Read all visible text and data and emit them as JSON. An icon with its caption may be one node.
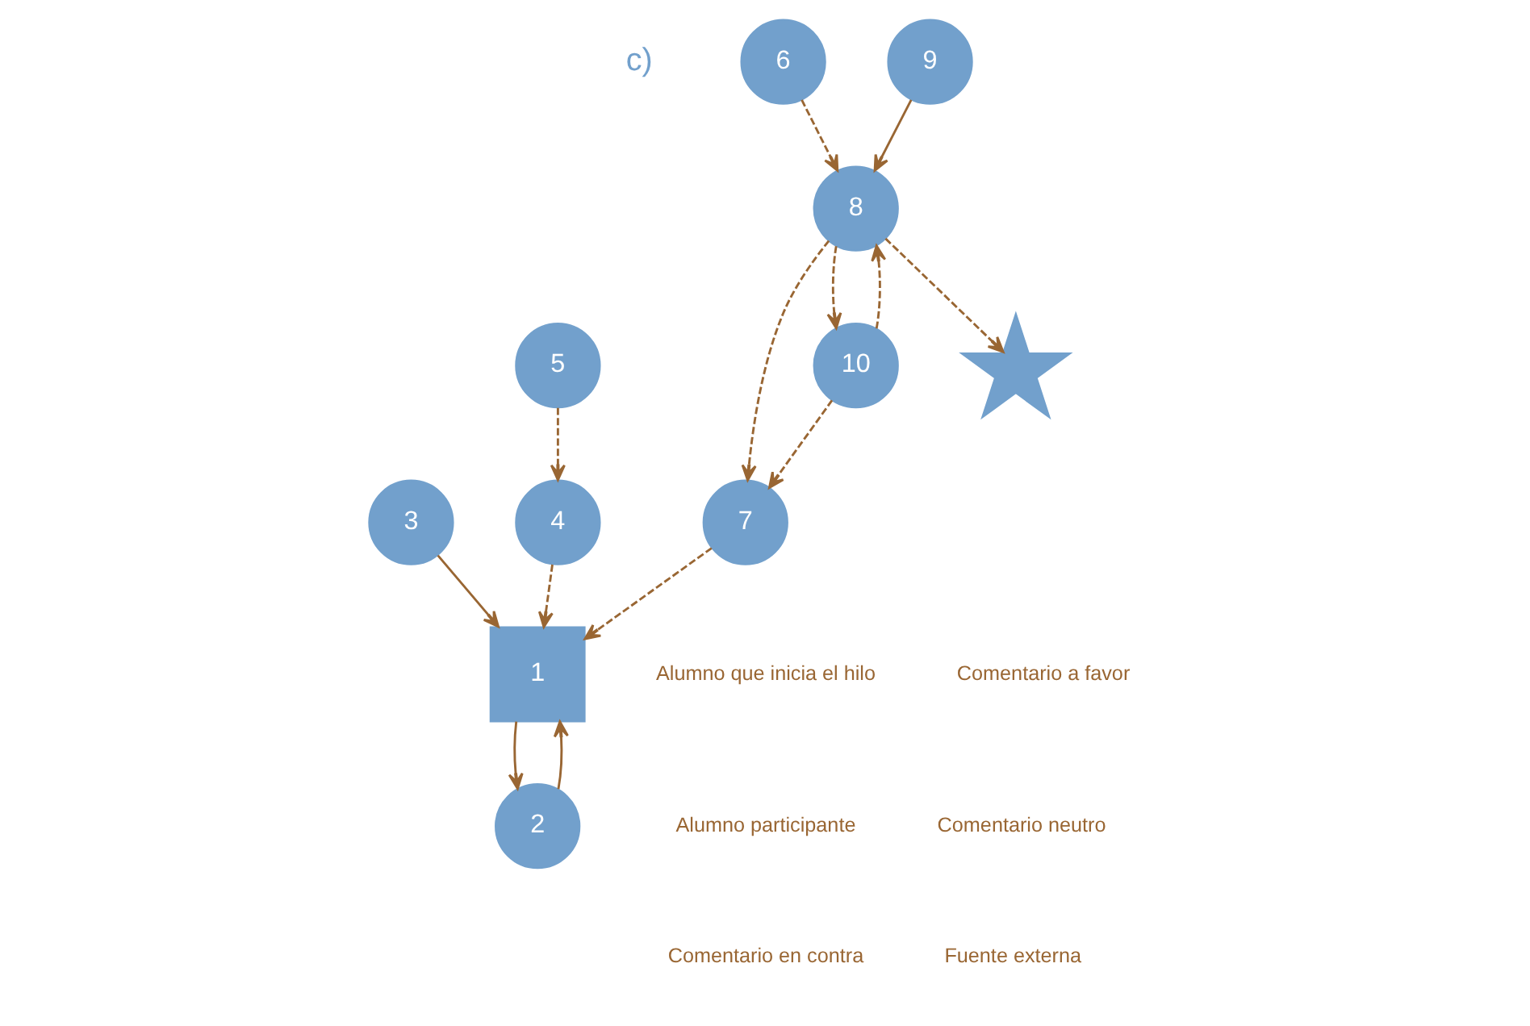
{
  "diagram": {
    "nodes": [
      {
        "text": [
          "1"
        ]
      },
      {
        "text": [
          "2"
        ]
      },
      {
        "text": [
          "3"
        ]
      },
      {
        "text": [
          "4"
        ]
      },
      {
        "text": [
          "5"
        ]
      },
      {
        "text": [
          "6"
        ]
      },
      {
        "text": [
          "7"
        ]
      },
      {
        "text": [
          "8"
        ]
      },
      {
        "text": [
          "9"
        ]
      },
      {
        "text": [
          "10"
        ]
      },
      {
        "text": [],
        "shape": "star"
      }
    ],
    "edges": [
      {
        "from": 2,
        "to": 0,
        "arrow": "to"
      },
      {
        "from": 1,
        "to": 0,
        "arrow": "to"
      },
      {
        "from": 0,
        "to": 1,
        "arrow": "to"
      },
      {
        "from": 3,
        "to": 0,
        "arrow": "to",
        "style": "dashed"
      },
      {
        "from": 6,
        "to": 0,
        "arrow": "to",
        "style": "dashed"
      },
      {
        "from": 4,
        "to": 3,
        "arrow": "to",
        "style": "dashed"
      },
      {
        "from": 5,
        "to": 7,
        "arrow": "to",
        "style": "dashed"
      },
      {
        "from": 8,
        "to": 7,
        "arrow": "to"
      },
      {
        "from": 7,
        "to": 6,
        "arrow": "to",
        "style": "dashed"
      },
      {
        "from": 9,
        "to": 7,
        "arrow": "to",
        "style": "dashed"
      },
      {
        "from": 7,
        "to": 9,
        "arrow": "to",
        "style": "dashed"
      },
      {
        "from": 7,
        "to": 10,
        "arrow": "to",
        "style": "dashed"
      },
      {
        "from": 9,
        "to": 6,
        "arrow": "to",
        "style": "dashed"
      }
    ],
    "labels": [
      "c)"
    ],
    "legend": [
      {
        "text": "Alumno que inicia el hilo"
      },
      {
        "text": "Comentario a favor"
      },
      {
        "text": "Alumno participante"
      },
      {
        "text": "Comentario neutro"
      },
      {
        "text": "Comentario en contra"
      },
      {
        "text": "Fuente externa"
      }
    ]
  }
}
